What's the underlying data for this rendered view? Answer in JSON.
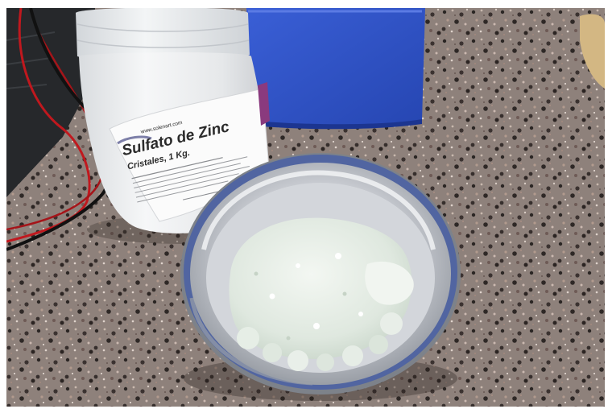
{
  "photo": {
    "label": {
      "brand": "www.solenart.com",
      "title": "Sulfato de Zinc",
      "subtitle": "Cristales, 1 Kg."
    }
  },
  "colors": {
    "granite_base": "#8a7d78",
    "blue_box": "#2f52c8",
    "jar_white": "#eceef0",
    "steel_bowl": "#b9bcc2",
    "zinc_sulfate_powder": "#e4ece4",
    "cable_red": "#c0181e"
  }
}
